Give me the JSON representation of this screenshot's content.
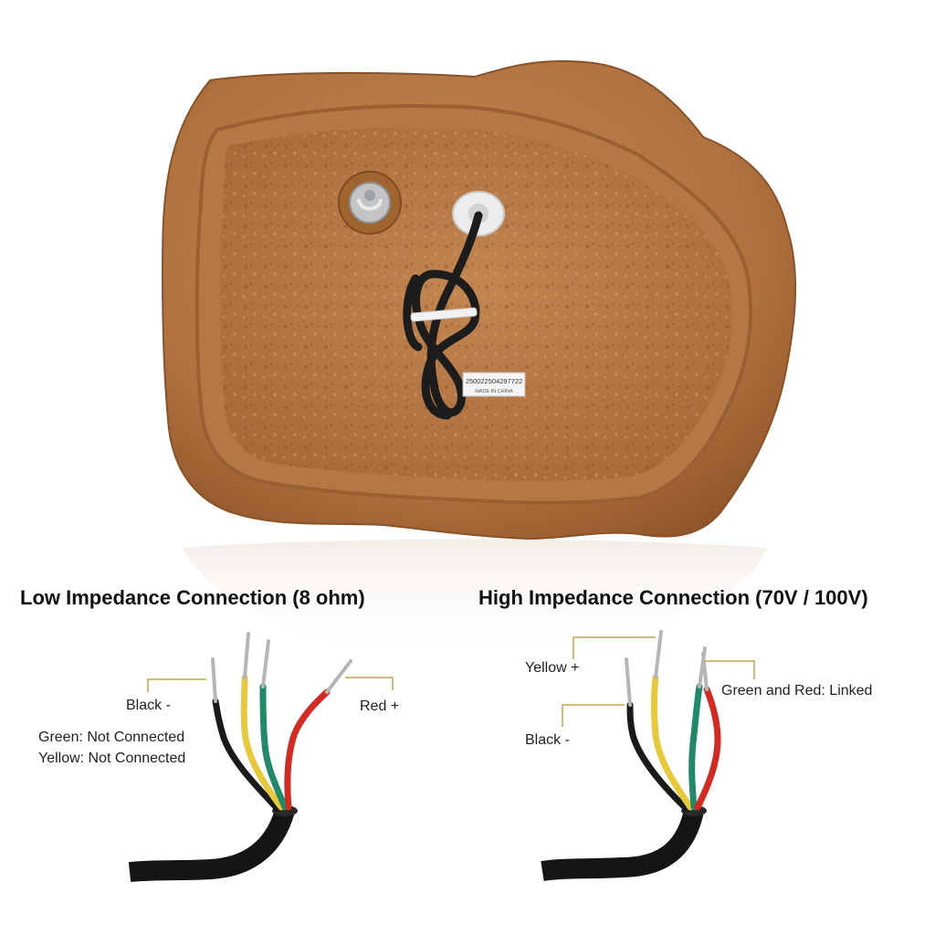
{
  "product": {
    "label_serial": "250022504297722",
    "label_origin": "MADE IN CHINA"
  },
  "low_impedance": {
    "title": "Low Impedance Connection (8 ohm)",
    "labels": {
      "black": "Black -",
      "red": "Red +",
      "green": "Green: Not Connected",
      "yellow": "Yellow: Not Connected"
    }
  },
  "high_impedance": {
    "title": "High Impedance Connection (70V / 100V)",
    "labels": {
      "yellow": "Yellow +",
      "green_red": "Green and Red: Linked",
      "black": "Black -"
    }
  },
  "colors": {
    "rock": "#b87a45",
    "rock_dark": "#9c5f31",
    "leader_line": "#c9a24a",
    "wire_black": "#1a1a1a",
    "wire_yellow": "#e8c93a",
    "wire_green": "#1e8a6a",
    "wire_red": "#d42a22"
  }
}
